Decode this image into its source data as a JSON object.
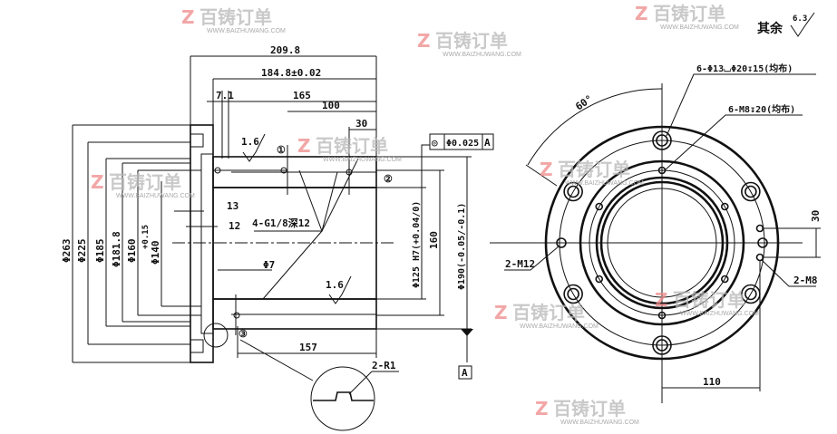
{
  "roughness_note": {
    "label": "其余",
    "value": "6.3"
  },
  "section_view": {
    "dims": {
      "overall_length": "209.8",
      "length_184": "184.8±0.02",
      "length_165": "165",
      "small_7": "7.1",
      "length_100": "100",
      "length_30": "30",
      "length_157": "157",
      "d13": "13",
      "d12": "12",
      "phi7": "Φ7",
      "phi263": "Φ263",
      "phi225": "Φ225",
      "phi185": "Φ185",
      "phi181": "Φ181.8",
      "phi160": "Φ160",
      "phi140": "Φ140",
      "phi140_tol": "+0.15",
      "phi125": "Φ125 H7(+0.04/0)",
      "len160": "160",
      "phi190": "Φ190(-0.05/-0.1)"
    },
    "roughness_top": "1.6",
    "roughness_bottom": "1.6",
    "port_note": "4-G1/8深12",
    "tolerance_frame": {
      "symbol": "◎",
      "value": "Φ0.025",
      "datum": "A"
    },
    "datum_label": "A",
    "callouts": [
      "①",
      "②",
      "③"
    ],
    "detail_note": "2-R1"
  },
  "end_view": {
    "angle": "60°",
    "counterbore_note": "6-Φ13⌴Φ20↧15(均布)",
    "tapped_note": "6-M8↧20(均布)",
    "m12_note": "2-M12",
    "m8_note": "2-M8",
    "offset_30": "30",
    "offset_110": "110"
  },
  "watermark": {
    "brand": "百铸订单",
    "url": "WWW.BAIZHUWANG.COM"
  }
}
